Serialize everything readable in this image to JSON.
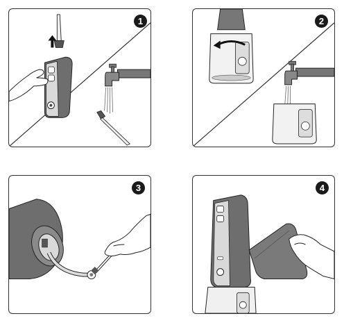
{
  "steps": [
    {
      "number": "1"
    },
    {
      "number": "2"
    },
    {
      "number": "3"
    },
    {
      "number": "4"
    }
  ],
  "icons": {
    "panel1": [
      "up-arrow-icon",
      "faucet-icon",
      "water-stream-icon",
      "tip-nozzle-icon",
      "hand-icon",
      "flosser-device-icon"
    ],
    "panel2": [
      "rotate-arrow-icon",
      "faucet-icon",
      "water-stream-icon",
      "water-tank-icon"
    ],
    "panel3": [
      "brush-icon",
      "hand-icon",
      "flosser-base-icon",
      "filter-hose-icon"
    ],
    "panel4": [
      "cloth-icon",
      "hand-icon",
      "flosser-device-icon"
    ]
  },
  "colors": {
    "outline": "#333333",
    "device_body": "#6e6e6e",
    "device_light": "#d9d9d9",
    "badge": "#1a1a1a",
    "water": "#666666"
  }
}
